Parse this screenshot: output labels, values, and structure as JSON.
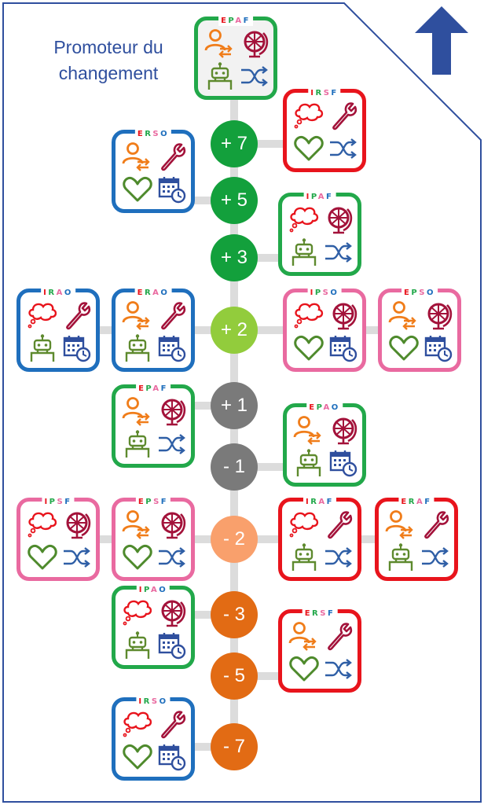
{
  "title_lines": [
    "Promoteur du",
    "changement"
  ],
  "colors": {
    "frame": "#2f4f9e",
    "arrow": "#2f4f9e",
    "spine": "#dcdcdc",
    "border_green": "#22a84a",
    "border_red": "#e8141c",
    "border_blue": "#1f6fbd",
    "border_pink": "#e96aa0",
    "circle_dark_green": "#13a03c",
    "circle_light_green": "#92cc3c",
    "circle_gray": "#7a7a7a",
    "circle_salmon": "#f9a06c",
    "circle_orange": "#e26b14",
    "letter_E": "#e8141c",
    "letter_P": "#22a84a",
    "letter_A": "#e96aa0",
    "letter_F": "#1f6fbd"
  },
  "levels": [
    {
      "label": "+ 7",
      "color": "#13a03c"
    },
    {
      "label": "+ 5",
      "color": "#13a03c"
    },
    {
      "label": "+ 3",
      "color": "#13a03c"
    },
    {
      "label": "+ 2",
      "color": "#92cc3c"
    },
    {
      "label": "+ 1",
      "color": "#7a7a7a"
    },
    {
      "label": "- 1",
      "color": "#7a7a7a"
    },
    {
      "label": "- 2",
      "color": "#f9a06c"
    },
    {
      "label": "- 3",
      "color": "#e26b14"
    },
    {
      "label": "- 5",
      "color": "#e26b14"
    },
    {
      "label": "- 7",
      "color": "#e26b14"
    }
  ],
  "cards": [
    {
      "code": "EPAF",
      "border": "green",
      "icons": [
        "person-swap-icon",
        "globe-icon",
        "robot-icon",
        "shuffle-icon"
      ]
    },
    {
      "code": "IRSF",
      "border": "red",
      "icons": [
        "thought-bubble-icon",
        "wrench-icon",
        "heart-icon",
        "shuffle-icon"
      ]
    },
    {
      "code": "ERSO",
      "border": "blue",
      "icons": [
        "person-swap-icon",
        "wrench-icon",
        "heart-icon",
        "calendar-icon"
      ]
    },
    {
      "code": "IPAF",
      "border": "green",
      "icons": [
        "thought-bubble-icon",
        "globe-icon",
        "robot-icon",
        "shuffle-icon"
      ]
    },
    {
      "code": "IRAO",
      "border": "blue",
      "icons": [
        "thought-bubble-icon",
        "wrench-icon",
        "robot-icon",
        "calendar-icon"
      ]
    },
    {
      "code": "ERAO",
      "border": "blue",
      "icons": [
        "person-swap-icon",
        "wrench-icon",
        "robot-icon",
        "calendar-icon"
      ]
    },
    {
      "code": "IPSO",
      "border": "pink",
      "icons": [
        "thought-bubble-icon",
        "globe-icon",
        "heart-icon",
        "calendar-icon"
      ]
    },
    {
      "code": "EPSO",
      "border": "pink",
      "icons": [
        "person-swap-icon",
        "globe-icon",
        "heart-icon",
        "calendar-icon"
      ]
    },
    {
      "code": "EPAF",
      "border": "green",
      "icons": [
        "person-swap-icon",
        "globe-icon",
        "robot-icon",
        "shuffle-icon"
      ]
    },
    {
      "code": "EPAO",
      "border": "green",
      "icons": [
        "person-swap-icon",
        "globe-icon",
        "robot-icon",
        "calendar-icon"
      ]
    },
    {
      "code": "IPSF",
      "border": "pink",
      "icons": [
        "thought-bubble-icon",
        "globe-icon",
        "heart-icon",
        "shuffle-icon"
      ]
    },
    {
      "code": "EPSF",
      "border": "pink",
      "icons": [
        "person-swap-icon",
        "globe-icon",
        "heart-icon",
        "shuffle-icon"
      ]
    },
    {
      "code": "IRAF",
      "border": "red",
      "icons": [
        "thought-bubble-icon",
        "wrench-icon",
        "robot-icon",
        "shuffle-icon"
      ]
    },
    {
      "code": "ERAF",
      "border": "red",
      "icons": [
        "person-swap-icon",
        "wrench-icon",
        "robot-icon",
        "shuffle-icon"
      ]
    },
    {
      "code": "IPAO",
      "border": "green",
      "icons": [
        "thought-bubble-icon",
        "globe-icon",
        "robot-icon",
        "calendar-icon"
      ]
    },
    {
      "code": "ERSF",
      "border": "red",
      "icons": [
        "person-swap-icon",
        "wrench-icon",
        "heart-icon",
        "shuffle-icon"
      ]
    },
    {
      "code": "IRSO",
      "border": "blue",
      "icons": [
        "thought-bubble-icon",
        "wrench-icon",
        "heart-icon",
        "calendar-icon"
      ]
    }
  ]
}
